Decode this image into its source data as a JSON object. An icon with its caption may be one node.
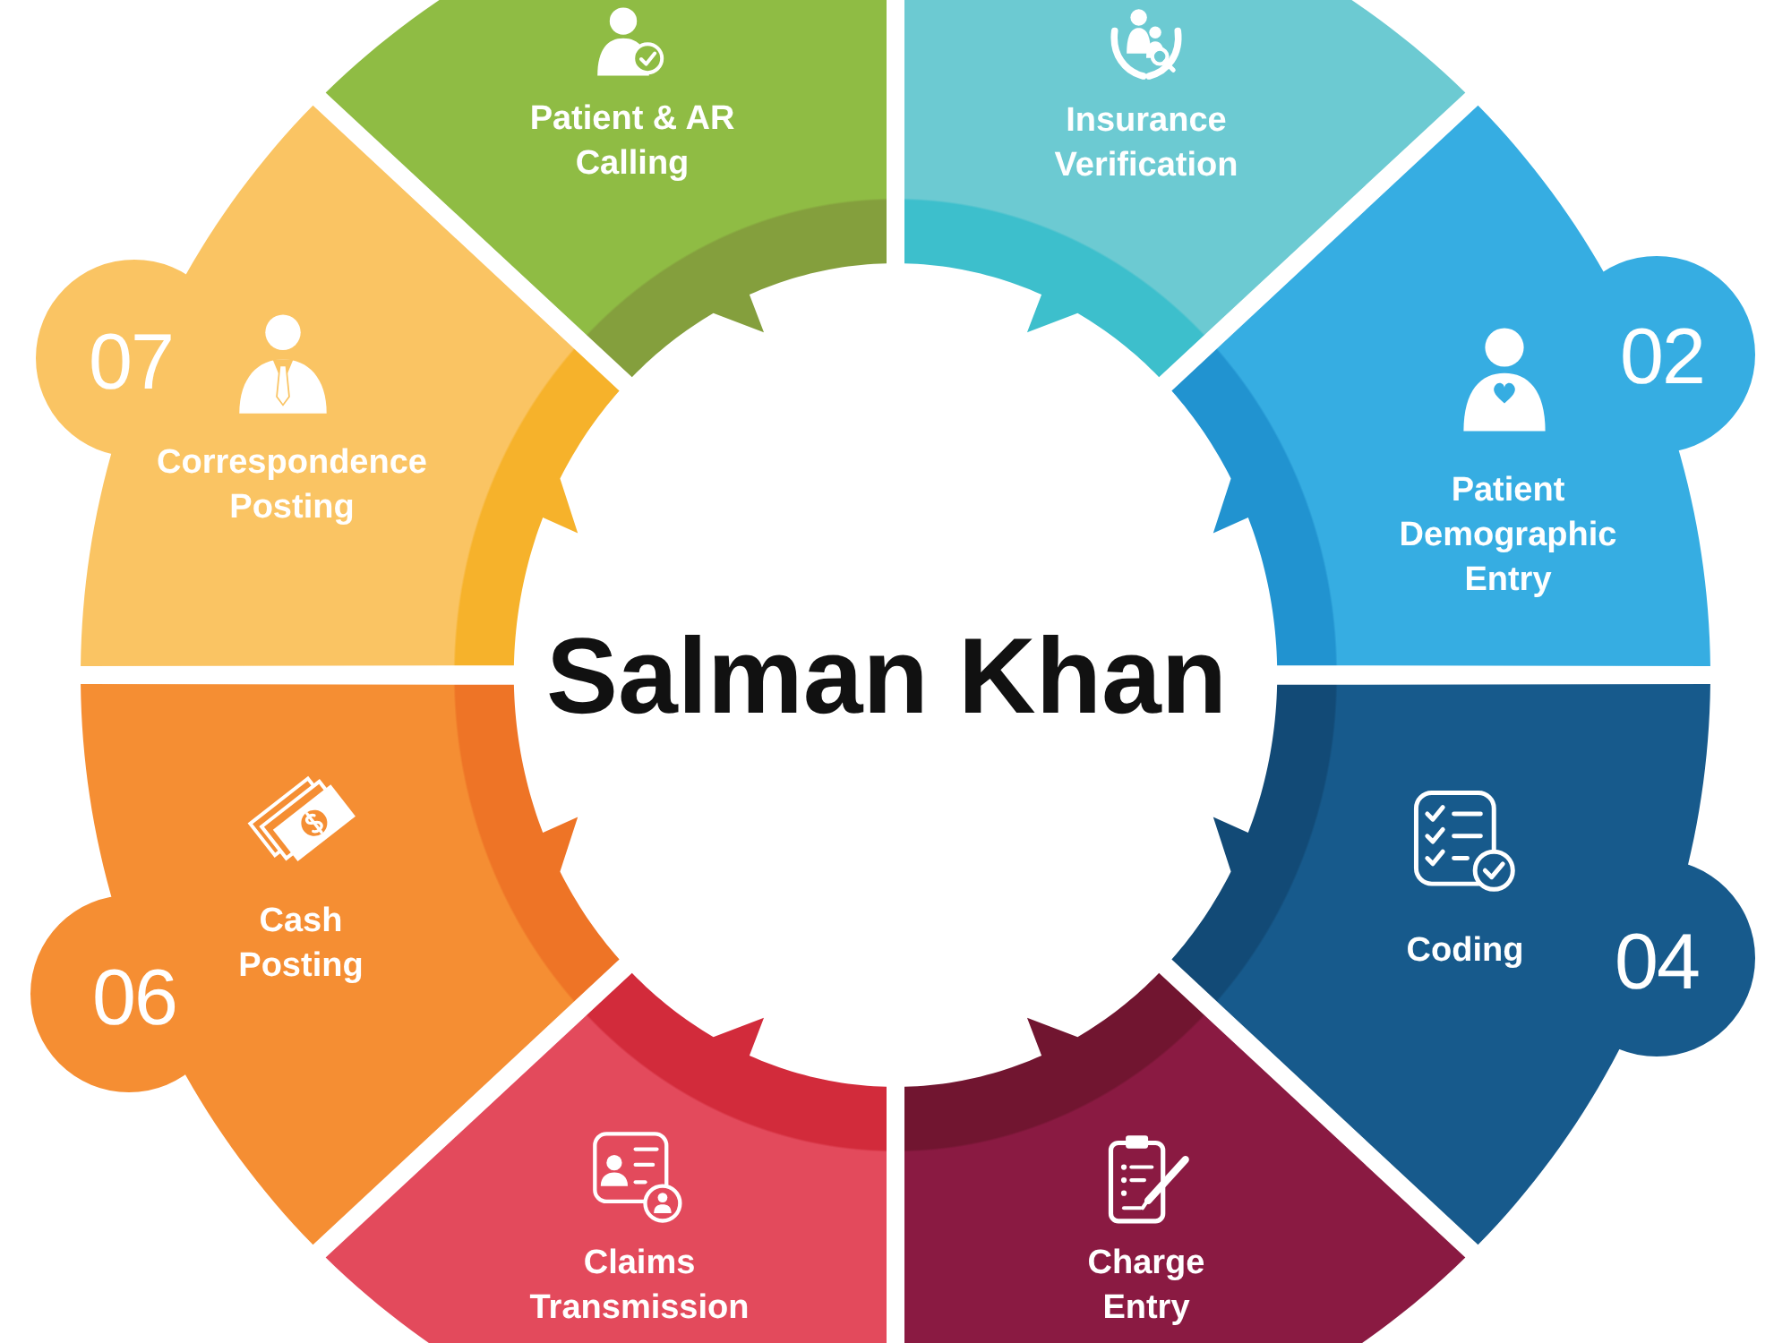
{
  "diagram": {
    "nodes": [
      {
        "text": [
          "Salman Khan"
        ]
      },
      {
        "text": [
          "Insurance Verification"
        ]
      },
      {
        "text": [
          "02",
          "Patient Demographic Entry"
        ]
      },
      {
        "text": [
          "Coding",
          "04"
        ]
      },
      {
        "text": [
          "Charge Entry"
        ]
      },
      {
        "text": [
          "Claims Transmission"
        ]
      },
      {
        "text": [
          "Cash Posting",
          "06"
        ]
      },
      {
        "text": [
          "07",
          "Correspondence Posting"
        ]
      },
      {
        "text": [
          "Patient & AR Calling"
        ]
      }
    ]
  }
}
